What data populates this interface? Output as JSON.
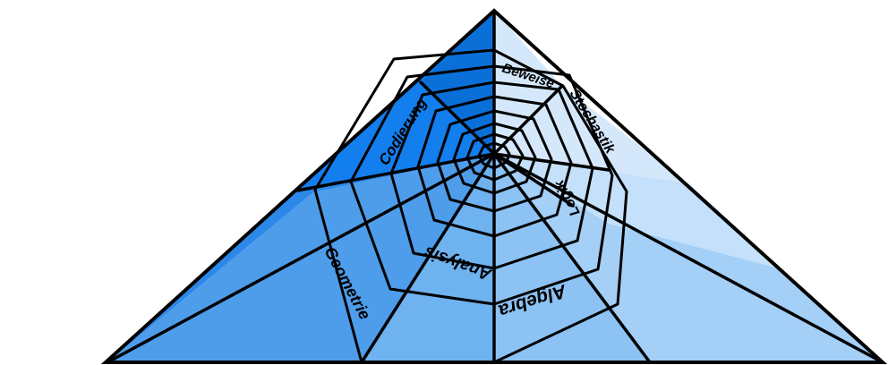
{
  "diagram": {
    "labels": {
      "beweise": "Beweise",
      "stochastik": "Stochastik",
      "codierung": "Codierung",
      "logik": "Logik",
      "analysis": "Analysis",
      "algebra": "Algebra",
      "geometrie": "Geometrie"
    },
    "colors": {
      "white_ish": "#e3f0fd",
      "light": "#d5e8fb",
      "light_mid": "#b6d9f9",
      "mid": "#9ccaf6",
      "mid2": "#84bdf3",
      "mid3": "#6fb2f0",
      "dark_mid": "#4e9deb",
      "dark": "#2b88e8",
      "darker": "#137eed",
      "darkest": "#0a70d8",
      "line": "#000000"
    }
  }
}
